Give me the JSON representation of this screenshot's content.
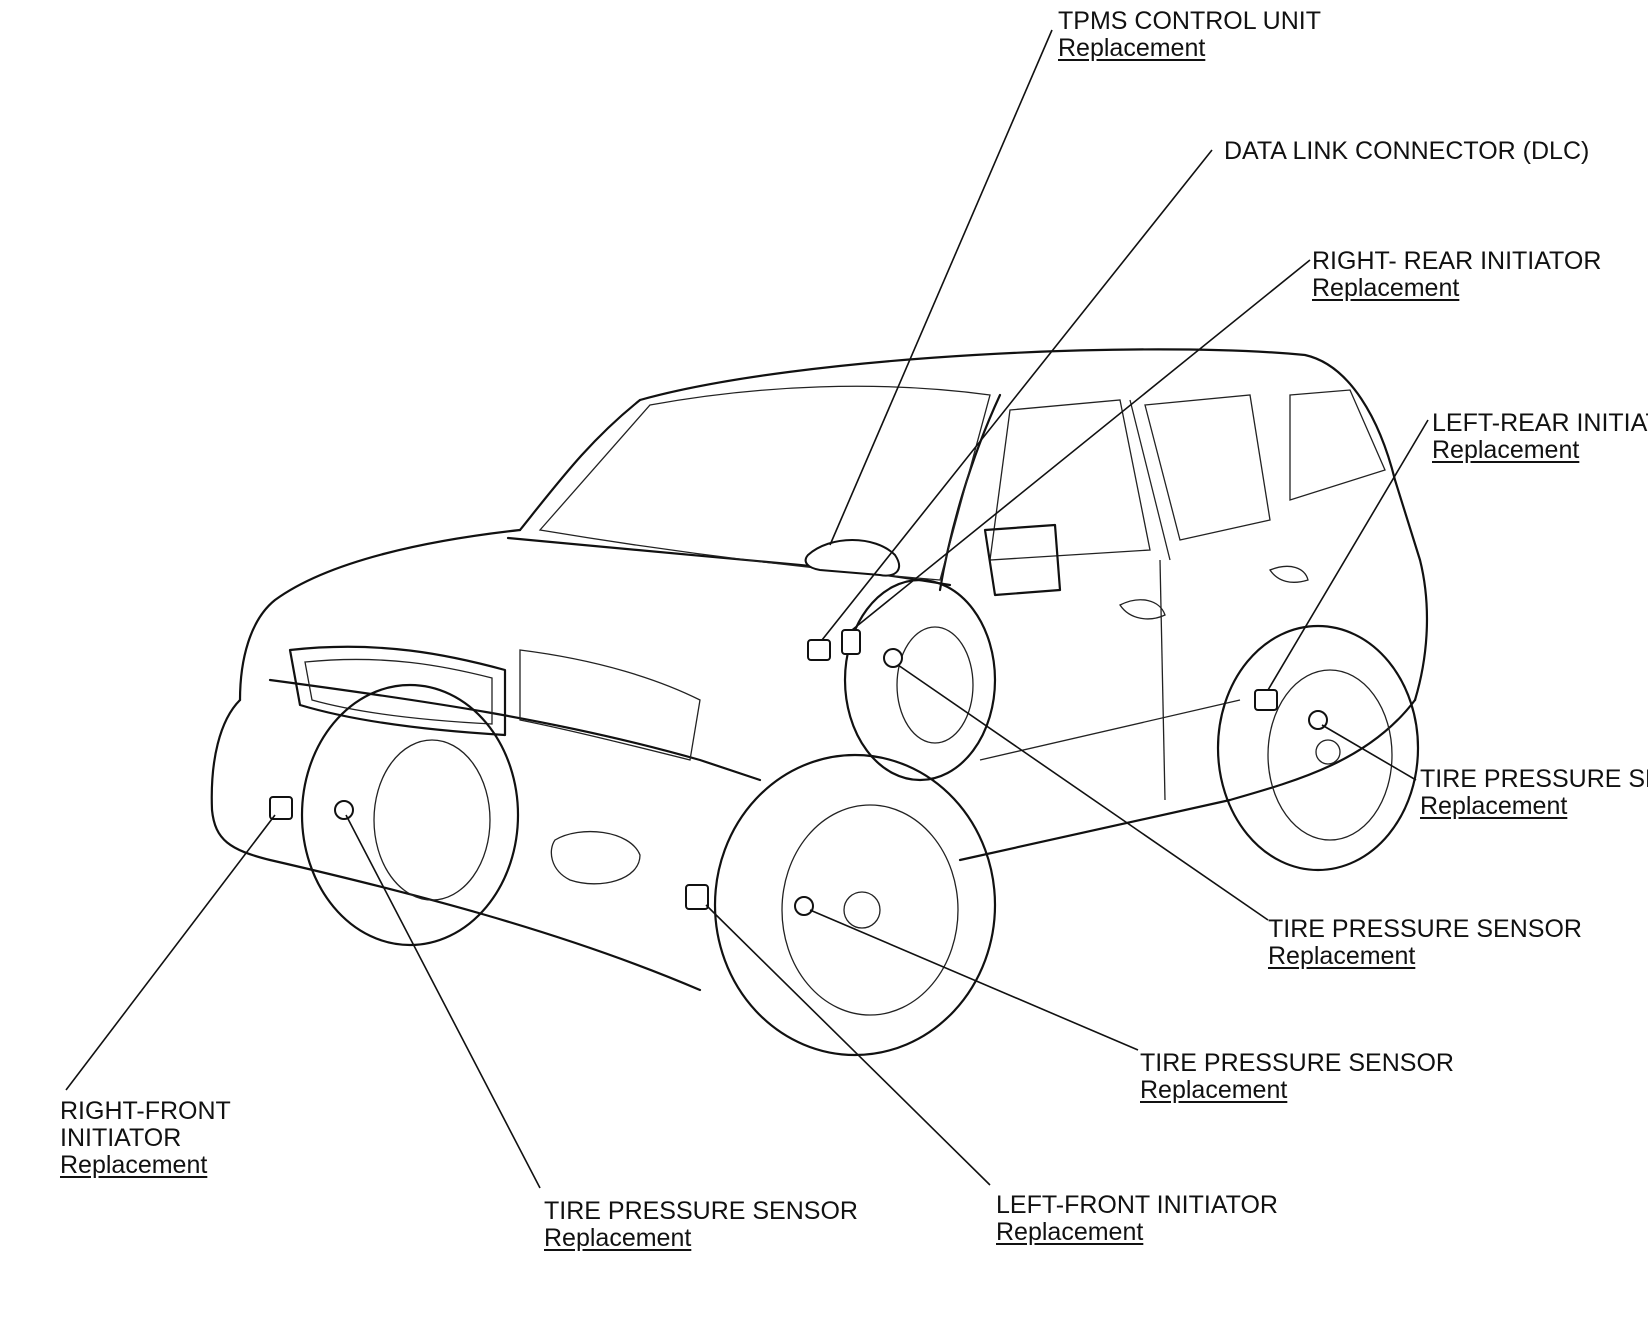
{
  "callouts": {
    "tpms_control_unit": {
      "name": "TPMS CONTROL UNIT",
      "link": "Replacement"
    },
    "dlc": {
      "name": "DATA LINK CONNECTOR (DLC)"
    },
    "right_rear_initiator": {
      "name": "RIGHT- REAR INITIATOR",
      "link": "Replacement"
    },
    "left_rear_initiator": {
      "name": "LEFT-REAR INITIATOR",
      "link": "Replacement"
    },
    "tire_sensor_rear_right": {
      "name": "TIRE PRESSURE SENSOR",
      "link": "Replacement"
    },
    "tire_sensor_mid": {
      "name": "TIRE PRESSURE SENSOR",
      "link": "Replacement"
    },
    "tire_sensor_front_left": {
      "name": "TIRE PRESSURE SENSOR",
      "link": "Replacement"
    },
    "right_front_initiator": {
      "name_line1": "RIGHT-FRONT",
      "name_line2": "INITIATOR",
      "link": "Replacement"
    },
    "tire_sensor_front_right": {
      "name": "TIRE PRESSURE SENSOR",
      "link": "Replacement"
    },
    "left_front_initiator": {
      "name": "LEFT-FRONT INITIATOR",
      "link": "Replacement"
    }
  },
  "colors": {
    "line": "#111111",
    "background": "#ffffff"
  }
}
